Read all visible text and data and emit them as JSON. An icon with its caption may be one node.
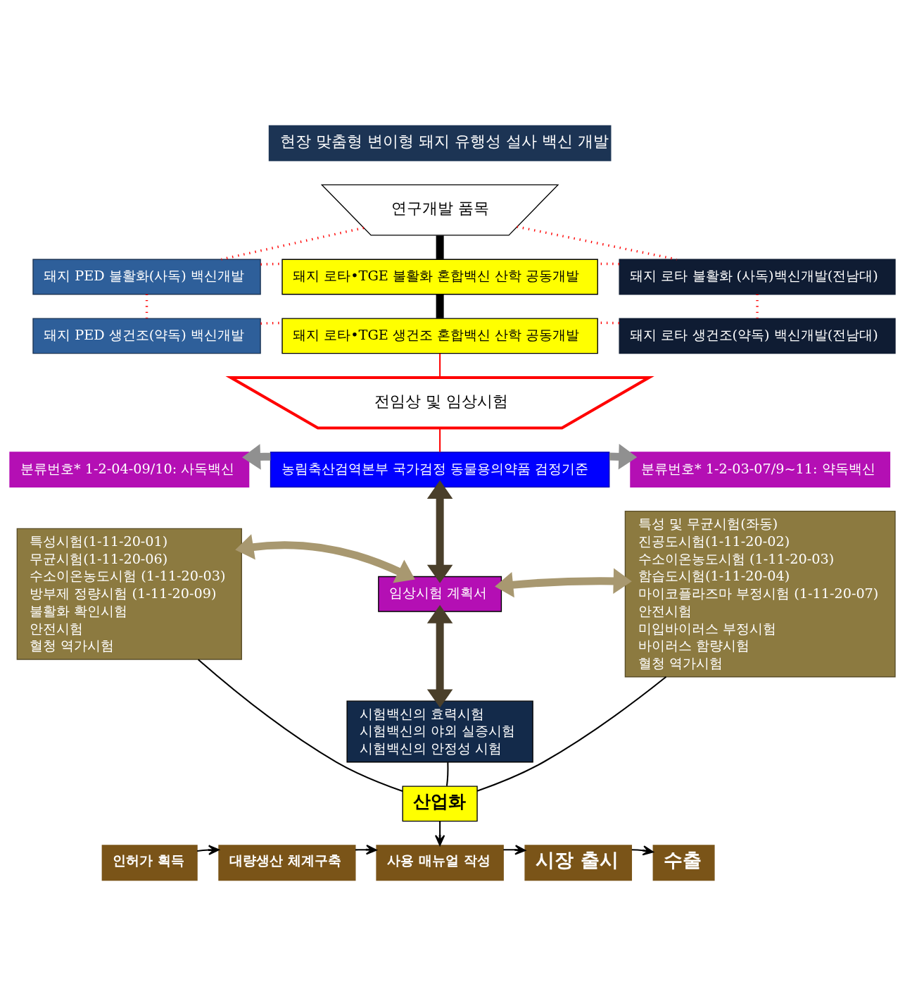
{
  "diagram": {
    "nodes": [
      {
        "text": [
          "현장 맞춤형 변이형 돼지 유행성 설사 백신 개발"
        ]
      },
      {
        "text": [
          "연구개발 품목"
        ]
      },
      {
        "text": [
          "돼지 PED 불활화(사독) 백신개발"
        ]
      },
      {
        "text": [
          "돼지 로타 불활화 (사독)백신개발(전남대)"
        ]
      },
      {
        "text": [
          "돼지 로타•TGE 불활화 혼합백신 산학 공동개발"
        ]
      },
      {
        "text": [
          "돼지 PED 생건조(약독) 백신개발"
        ]
      },
      {
        "text": [
          "돼지 로타 생건조(약독) 백신개발(전남대)"
        ]
      },
      {
        "text": [
          "돼지 로타•TGE 생건조 혼합백신 산학 공동개발"
        ]
      },
      {
        "text": [
          "전임상 및 임상시험"
        ]
      },
      {
        "text": [
          "분류번호* 1-2-04-09/10: 사독백신"
        ]
      },
      {
        "text": [
          "특성시험(1-11-20-01)",
          "무균시험(1-11-20-06)",
          "수소이온농도시험 (1-11-20-03)",
          "방부제 정량시험 (1-11-20-09)",
          "불활화 확인시험",
          "안전시험",
          "혈청 역가시험"
        ]
      },
      {
        "text": [
          "농림축산검역본부 국가검정 동물용의약품 검정기준"
        ]
      },
      {
        "text": [
          "분류번호* 1-2-03-07/9~11: 약독백신"
        ]
      },
      {
        "text": [
          "특성 및 무균시험(좌동)",
          "진공도시험(1-11-20-02)",
          "수소이온농도시험 (1-11-20-03)",
          "함습도시험(1-11-20-04)",
          "마이코플라즈마 부정시험 (1-11-20-07)",
          "안전시험",
          "미입바이러스 부정시험",
          "바이러스 함량시험",
          "혈청 역가시험"
        ]
      },
      {
        "text": [
          "임상시험 계획서"
        ]
      },
      {
        "text": [
          "시험백신의 효력시험",
          "시험백신의 야외 실증시험",
          "시험백신의 안정성 시험"
        ]
      },
      {
        "text": [
          "산업화"
        ]
      },
      {
        "text": [
          "인허가 획득"
        ]
      },
      {
        "text": [
          "대량생산 체계구축"
        ]
      },
      {
        "text": [
          "사용 매뉴얼 작성"
        ]
      },
      {
        "text": [
          "시장 출시"
        ]
      },
      {
        "text": [
          "수출"
        ]
      }
    ],
    "edges": [
      {
        "from": 1,
        "to": 2,
        "arrow": "none",
        "style": "dashed",
        "color": "#ff0000"
      },
      {
        "from": 1,
        "to": 3,
        "arrow": "none",
        "style": "dashed",
        "color": "#ff0000"
      },
      {
        "from": 1,
        "to": 4,
        "arrow": "none",
        "style": "thick",
        "color": "#000000"
      },
      {
        "from": 2,
        "to": 4,
        "arrow": "none",
        "style": "dashed",
        "color": "#ff0000"
      },
      {
        "from": 3,
        "to": 4,
        "arrow": "none",
        "style": "dashed",
        "color": "#ff0000"
      },
      {
        "from": 2,
        "to": 5,
        "arrow": "none",
        "style": "dashed",
        "color": "#ff0000"
      },
      {
        "from": 3,
        "to": 6,
        "arrow": "none",
        "style": "dashed",
        "color": "#ff0000"
      },
      {
        "from": 4,
        "to": 7,
        "arrow": "none",
        "style": "thick",
        "color": "#000000"
      },
      {
        "from": 5,
        "to": 7,
        "arrow": "none",
        "style": "dashed",
        "color": "#ff0000"
      },
      {
        "from": 6,
        "to": 7,
        "arrow": "none",
        "style": "dashed",
        "color": "#ff0000"
      },
      {
        "from": 7,
        "to": 8,
        "arrow": "none",
        "color": "#ff0000"
      },
      {
        "from": 8,
        "to": 11,
        "arrow": "none",
        "color": "#ff0000"
      },
      {
        "from": 11,
        "to": 9,
        "arrow": "to",
        "style": "thick",
        "color": "#909090"
      },
      {
        "from": 11,
        "to": 12,
        "arrow": "to",
        "style": "thick",
        "color": "#909090"
      },
      {
        "from": 11,
        "to": 14,
        "arrow": "both",
        "style": "thick",
        "color": "#4a3f2a"
      },
      {
        "from": 10,
        "to": 14,
        "arrow": "both",
        "style": "thick",
        "color": "#a89870"
      },
      {
        "from": 14,
        "to": 13,
        "arrow": "both",
        "style": "thick",
        "color": "#a89870"
      },
      {
        "from": 14,
        "to": 15,
        "arrow": "both",
        "style": "thick",
        "color": "#4a3f2a"
      },
      {
        "from": 10,
        "to": 16,
        "arrow": "none",
        "color": "#000000"
      },
      {
        "from": 15,
        "to": 16,
        "arrow": "none",
        "color": "#000000"
      },
      {
        "from": 13,
        "to": 16,
        "arrow": "none",
        "color": "#000000"
      },
      {
        "from": 16,
        "to": 19,
        "arrow": "to",
        "color": "#000000"
      },
      {
        "from": 17,
        "to": 18,
        "arrow": "to",
        "color": "#000000"
      },
      {
        "from": 18,
        "to": 19,
        "arrow": "to",
        "color": "#000000"
      },
      {
        "from": 19,
        "to": 20,
        "arrow": "to",
        "color": "#000000"
      },
      {
        "from": 20,
        "to": 21,
        "arrow": "to",
        "color": "#000000"
      }
    ]
  }
}
